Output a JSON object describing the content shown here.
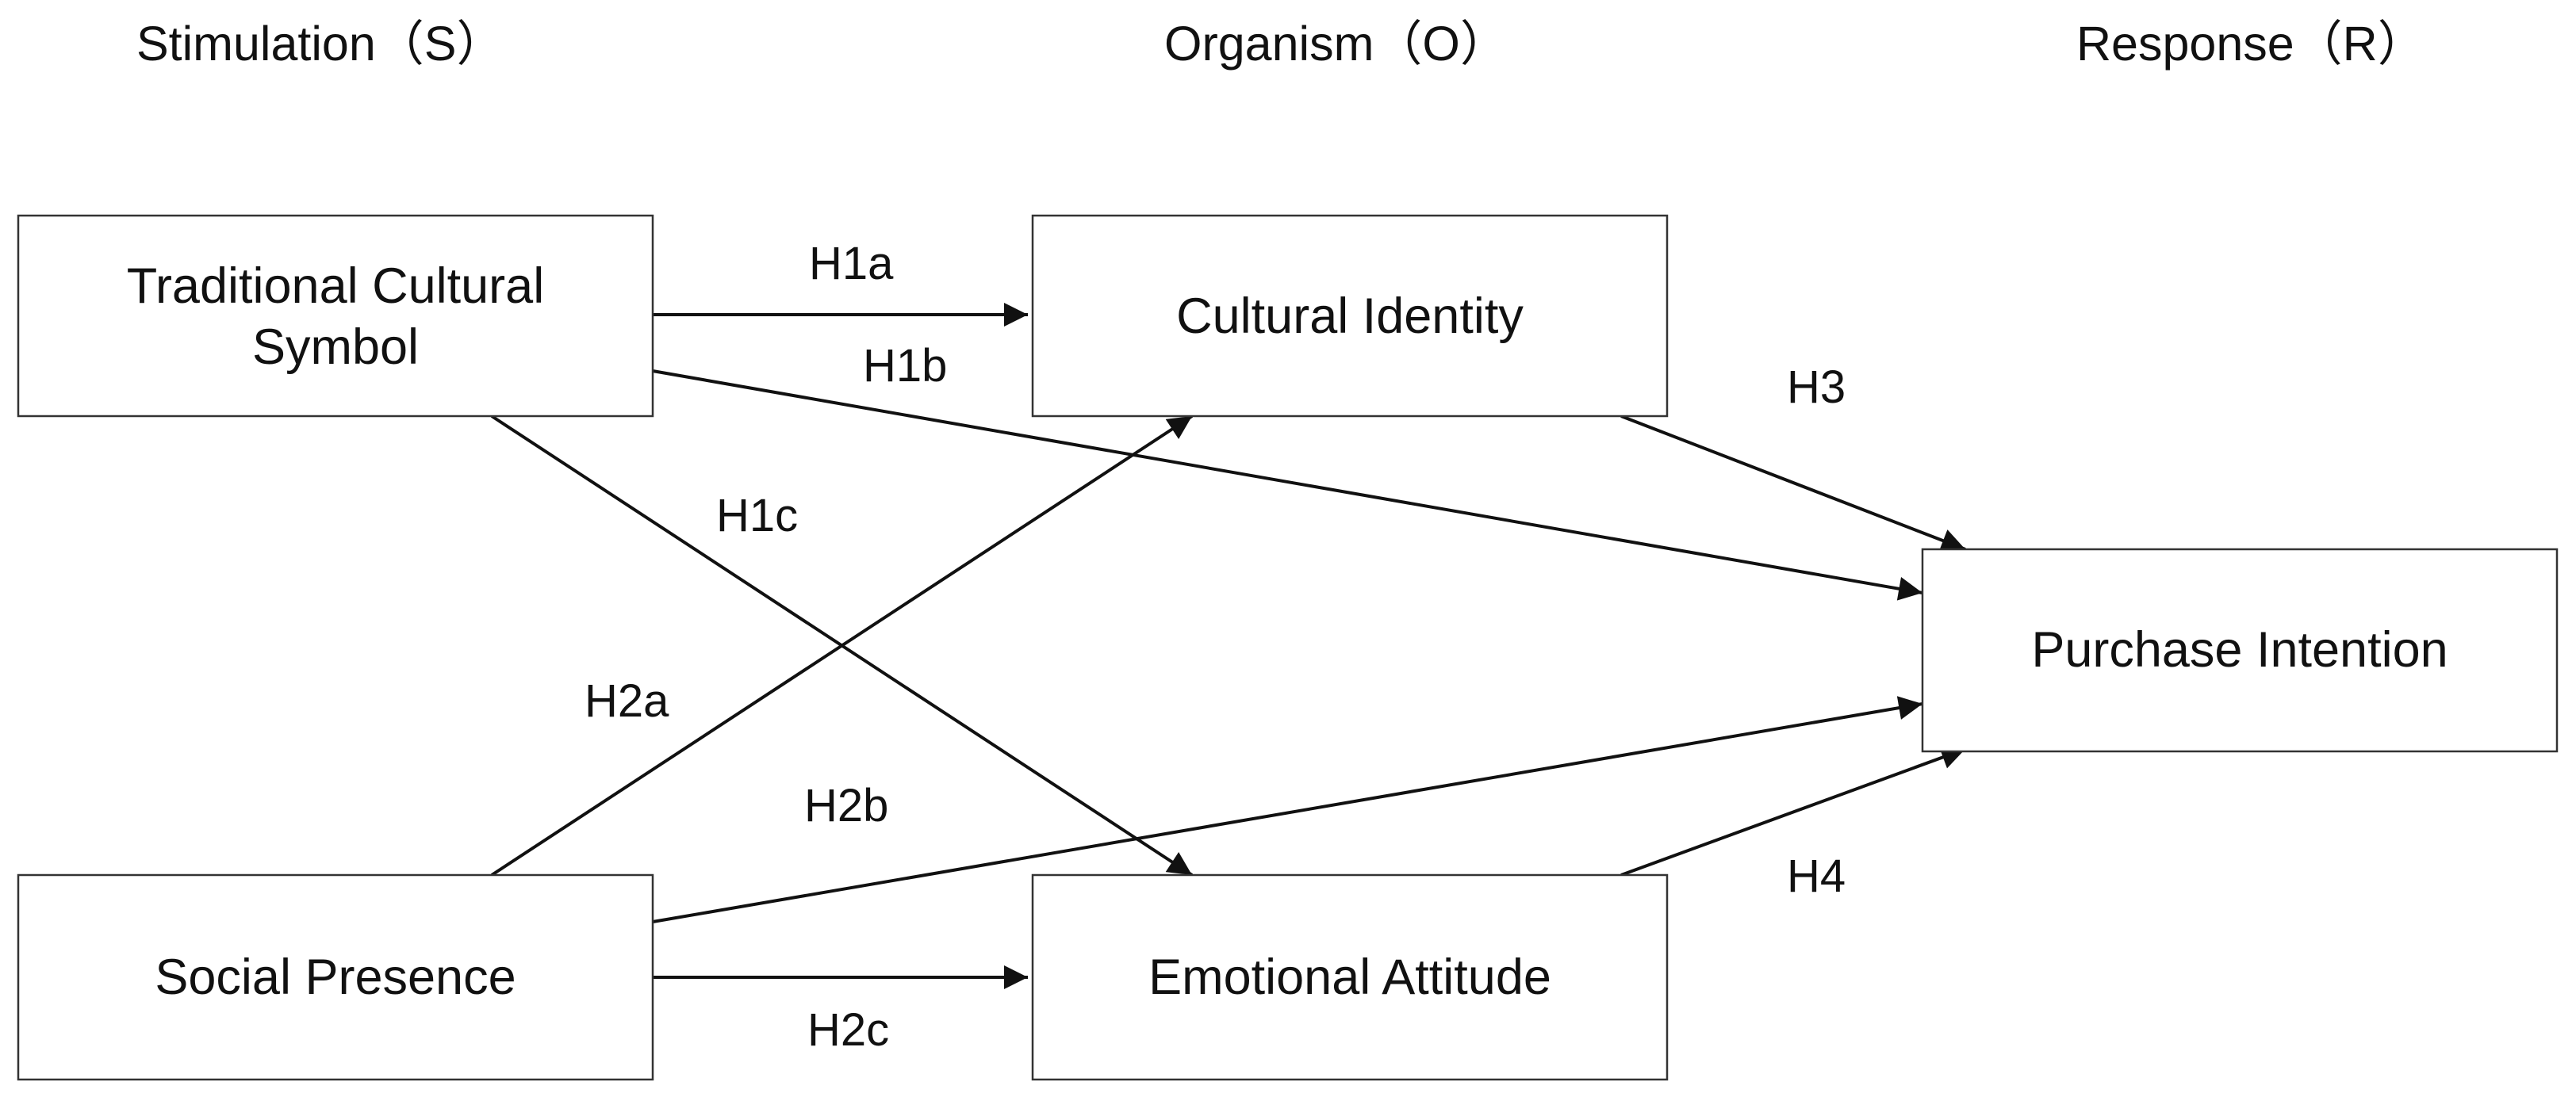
{
  "stages": {
    "stimulation": "Stimulation（S）",
    "organism": "Organism（O）",
    "response": "Response（R）"
  },
  "boxes": {
    "traditional_cultural_symbol": [
      "Traditional Cultural",
      "Symbol"
    ],
    "social_presence": "Social Presence",
    "cultural_identity": "Cultural Identity",
    "emotional_attitude": "Emotional Attitude",
    "purchase_intention": "Purchase Intention"
  },
  "hypotheses": {
    "h1a": "H1a",
    "h1b": "H1b",
    "h1c": "H1c",
    "h2a": "H2a",
    "h2b": "H2b",
    "h2c": "H2c",
    "h3": "H3",
    "h4": "H4"
  },
  "edges": [
    {
      "from": "Traditional Cultural Symbol",
      "to": "Cultural Identity",
      "label": "H1a"
    },
    {
      "from": "Traditional Cultural Symbol",
      "to": "Purchase Intention",
      "label": "H1b"
    },
    {
      "from": "Traditional Cultural Symbol",
      "to": "Emotional Attitude",
      "label": "H1c"
    },
    {
      "from": "Social Presence",
      "to": "Cultural Identity",
      "label": "H2a"
    },
    {
      "from": "Social Presence",
      "to": "Purchase Intention",
      "label": "H2b"
    },
    {
      "from": "Social Presence",
      "to": "Emotional Attitude",
      "label": "H2c"
    },
    {
      "from": "Cultural Identity",
      "to": "Purchase Intention",
      "label": "H3"
    },
    {
      "from": "Emotional Attitude",
      "to": "Purchase Intention",
      "label": "H4"
    }
  ]
}
